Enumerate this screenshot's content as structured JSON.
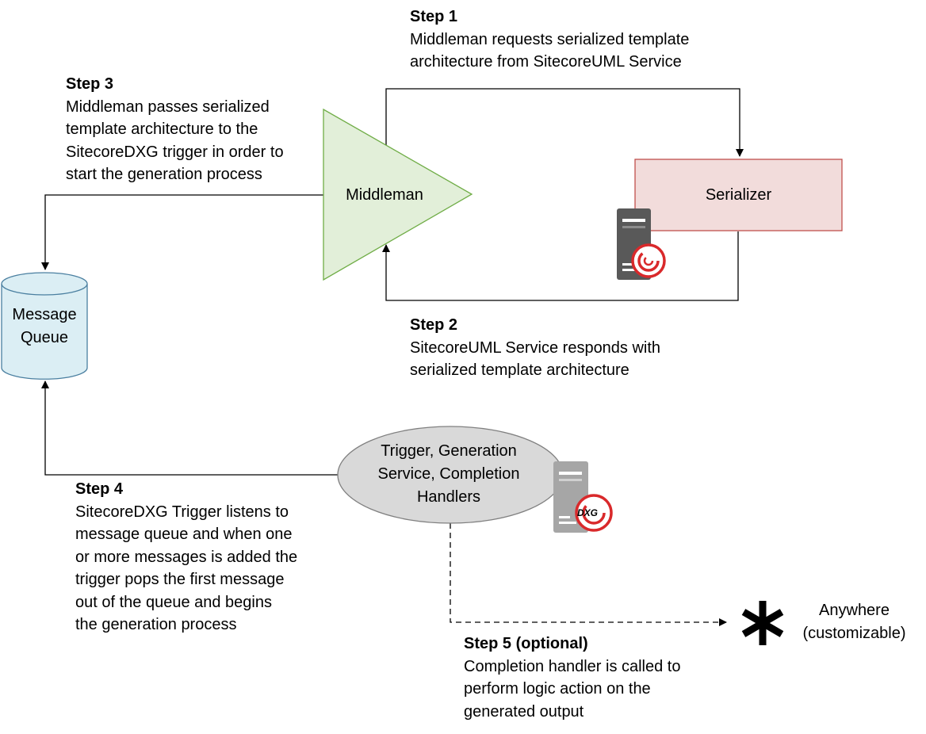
{
  "nodes": {
    "middleman": "Middleman",
    "serializer": "Serializer",
    "queue_line1": "Message",
    "queue_line2": "Queue",
    "dxg_line1": "Trigger, Generation",
    "dxg_line2": "Service, Completion",
    "dxg_line3": "Handlers",
    "anywhere_line1": "Anywhere",
    "anywhere_line2": "(customizable)",
    "dxg_badge": "DXG"
  },
  "steps": [
    {
      "title": "Step 1",
      "lines": [
        "Middleman requests serialized template",
        "architecture from SitecoreUML Service"
      ]
    },
    {
      "title": "Step 2",
      "lines": [
        "SitecoreUML Service responds with",
        "serialized template architecture"
      ]
    },
    {
      "title": "Step 3",
      "lines": [
        "Middleman passes serialized",
        "template architecture to the",
        "SitecoreDXG trigger in order to",
        "start the generation process"
      ]
    },
    {
      "title": "Step 4",
      "lines": [
        "SitecoreDXG Trigger listens to",
        "message queue and when one",
        "or more messages is added the",
        "trigger pops the first message",
        "out of the queue and begins",
        "the generation process"
      ]
    },
    {
      "title": "Step 5 (optional)",
      "lines": [
        "Completion handler is called to",
        "perform logic action on the",
        "generated output"
      ]
    }
  ],
  "colors": {
    "middleman_fill": "#e2efd9",
    "middleman_stroke": "#70ad47",
    "serializer_fill": "#f2dcdb",
    "serializer_stroke": "#c0504d",
    "queue_fill": "#dbeef4",
    "queue_stroke": "#4a7fa0",
    "trigger_fill": "#d9d9d9",
    "server_dark": "#595959",
    "server_light": "#a6a6a6",
    "badge_red": "#d9292b"
  },
  "icons": [
    "server-sitecore-icon",
    "server-dxg-icon",
    "asterisk-icon"
  ]
}
